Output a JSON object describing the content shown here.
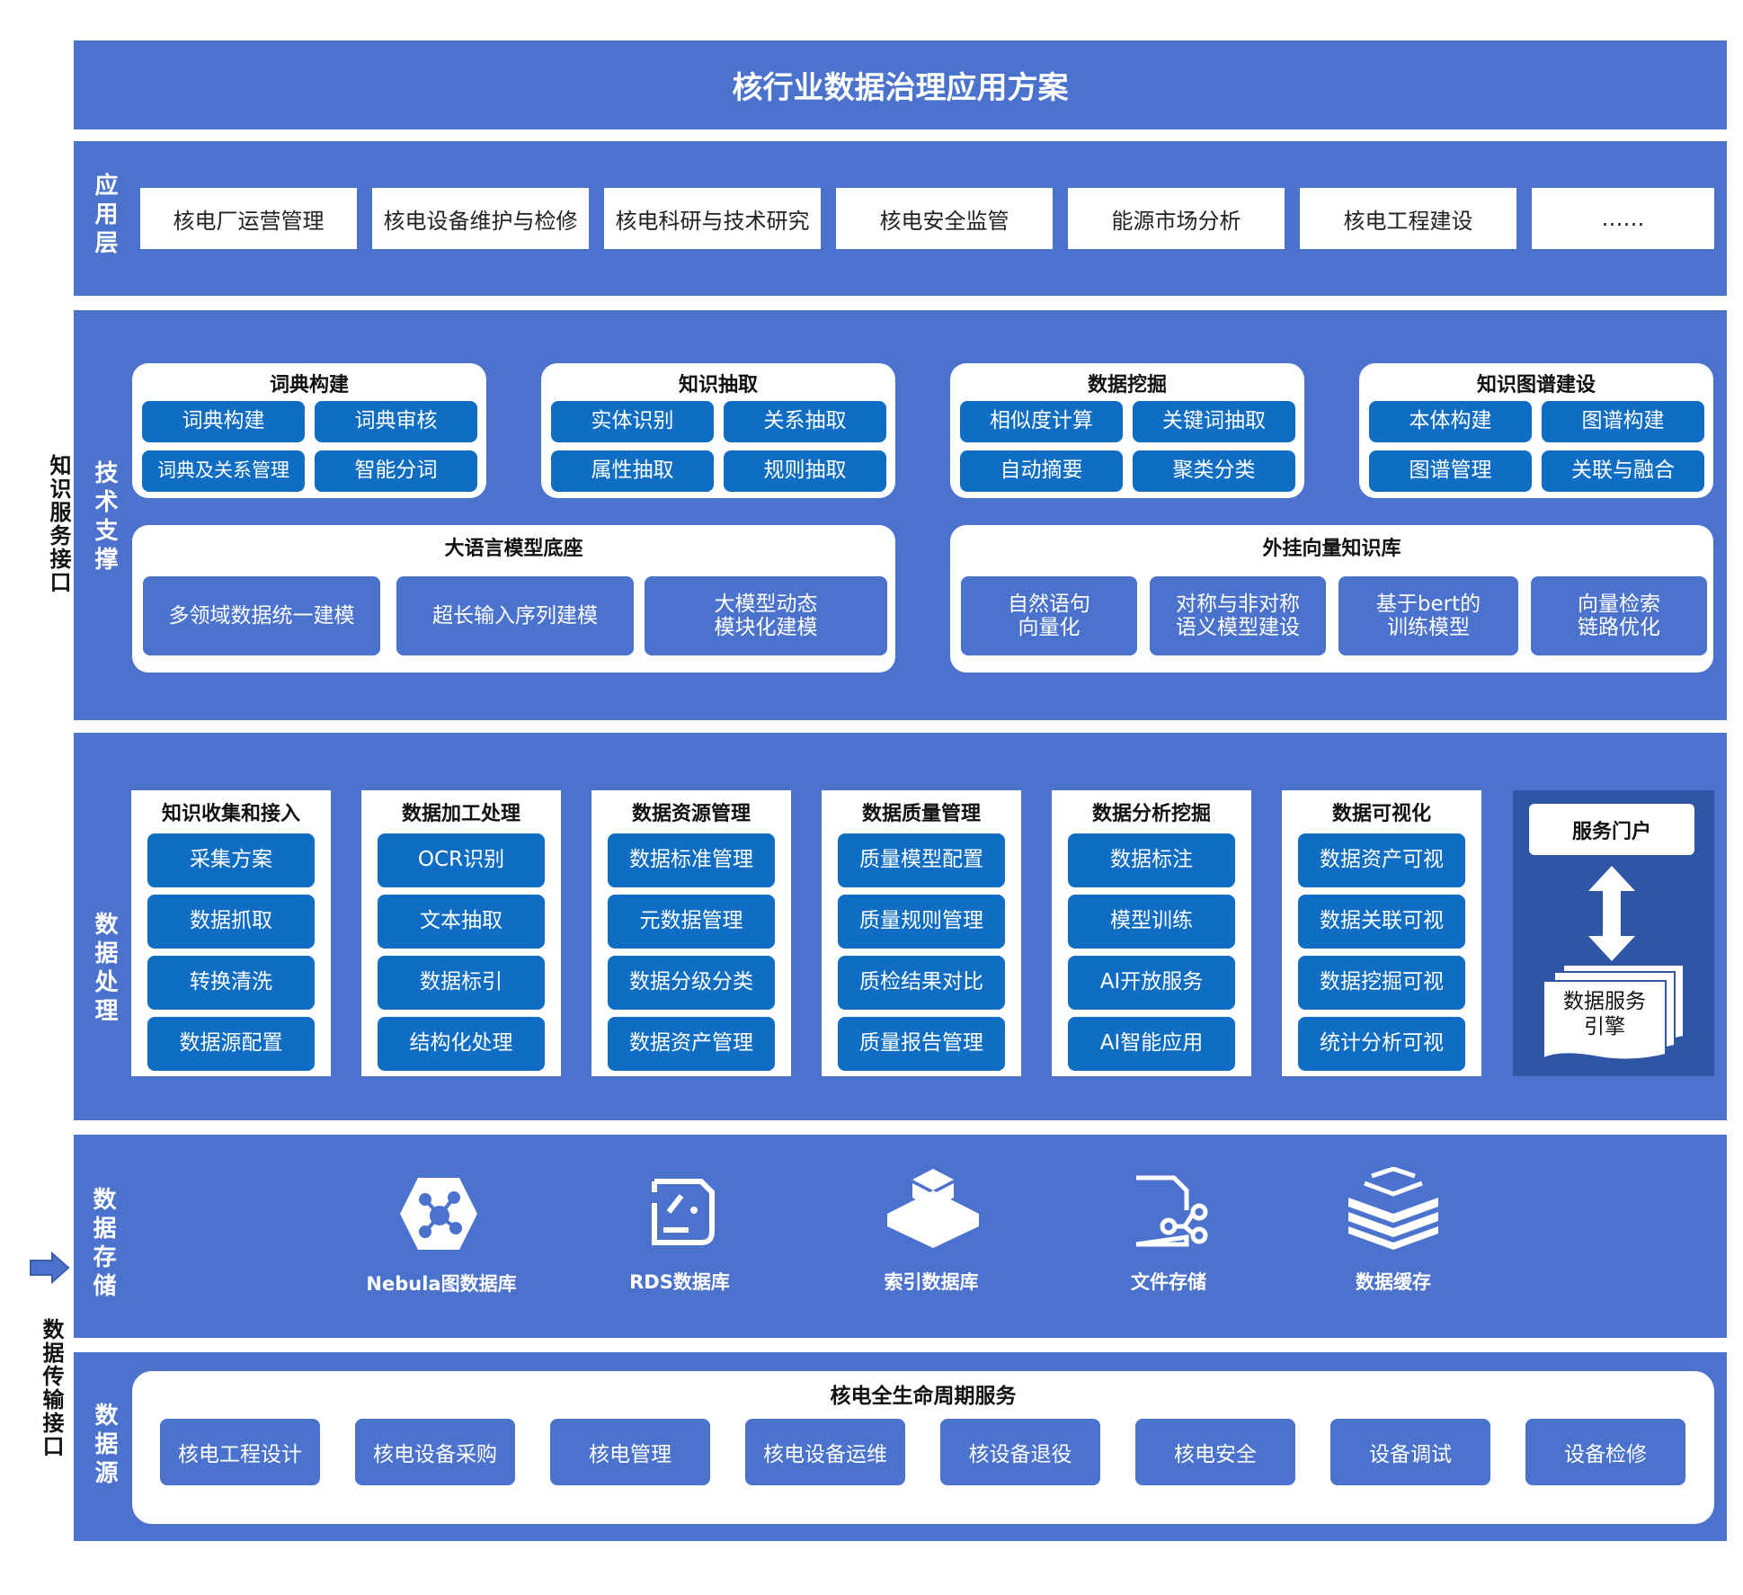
{
  "title": "核行业数据治理应用方案",
  "side_labels": {
    "knowledge_interface": "知识服务接口",
    "data_transfer": "数据传输接口"
  },
  "layers": {
    "app": "应用层",
    "tech": "技术支撑",
    "process": "数据处理",
    "storage": "数据存储",
    "source": "数据源"
  },
  "apps": [
    "核电厂运营管理",
    "核电设备维护与检修",
    "核电科研与技术研究",
    "核电安全监管",
    "能源市场分析",
    "核电工程建设",
    "……"
  ],
  "tech_cards": [
    {
      "title": "词典构建",
      "items": [
        "词典构建",
        "词典审核",
        "词典及关系管理",
        "智能分词"
      ]
    },
    {
      "title": "知识抽取",
      "items": [
        "实体识别",
        "关系抽取",
        "属性抽取",
        "规则抽取"
      ]
    },
    {
      "title": "数据挖掘",
      "items": [
        "相似度计算",
        "关键词抽取",
        "自动摘要",
        "聚类分类"
      ]
    },
    {
      "title": "知识图谱建设",
      "items": [
        "本体构建",
        "图谱构建",
        "图谱管理",
        "关联与融合"
      ]
    }
  ],
  "llm": {
    "title": "大语言模型底座",
    "items": [
      "多领域数据统一建模",
      "超长输入序列建模",
      "大模型动态\n模块化建模"
    ]
  },
  "vector": {
    "title": "外挂向量知识库",
    "items": [
      "自然语句\n向量化",
      "对称与非对称\n语义模型建设",
      "基于bert的\n训练模型",
      "向量检索\n链路优化"
    ]
  },
  "process_cols": [
    {
      "title": "知识收集和接入",
      "items": [
        "采集方案",
        "数据抓取",
        "转换清洗",
        "数据源配置"
      ]
    },
    {
      "title": "数据加工处理",
      "items": [
        "OCR识别",
        "文本抽取",
        "数据标引",
        "结构化处理"
      ]
    },
    {
      "title": "数据资源管理",
      "items": [
        "数据标准管理",
        "元数据管理",
        "数据分级分类",
        "数据资产管理"
      ]
    },
    {
      "title": "数据质量管理",
      "items": [
        "质量模型配置",
        "质量规则管理",
        "质检结果对比",
        "质量报告管理"
      ]
    },
    {
      "title": "数据分析挖掘",
      "items": [
        "数据标注",
        "模型训练",
        "AI开放服务",
        "AI智能应用"
      ]
    },
    {
      "title": "数据可视化",
      "items": [
        "数据资产可视",
        "数据关联可视",
        "数据挖掘可视",
        "统计分析可视"
      ]
    }
  ],
  "service": {
    "portal": "服务门户",
    "engine": "数据服务\n引擎"
  },
  "storage": [
    {
      "label": "Nebula图数据库",
      "icon": "graph-db-icon"
    },
    {
      "label": "RDS数据库",
      "icon": "rds-icon"
    },
    {
      "label": "索引数据库",
      "icon": "index-db-icon"
    },
    {
      "label": "文件存储",
      "icon": "file-storage-icon"
    },
    {
      "label": "数据缓存",
      "icon": "cache-icon"
    }
  ],
  "source": {
    "title": "核电全生命周期服务",
    "items": [
      "核电工程设计",
      "核电设备采购",
      "核电管理",
      "核电设备运维",
      "核设备退役",
      "核电安全",
      "设备调试",
      "设备检修"
    ]
  },
  "colors": {
    "band": "#4b72cd",
    "button": "#0f6ec4",
    "service_panel": "#2f55a5"
  }
}
